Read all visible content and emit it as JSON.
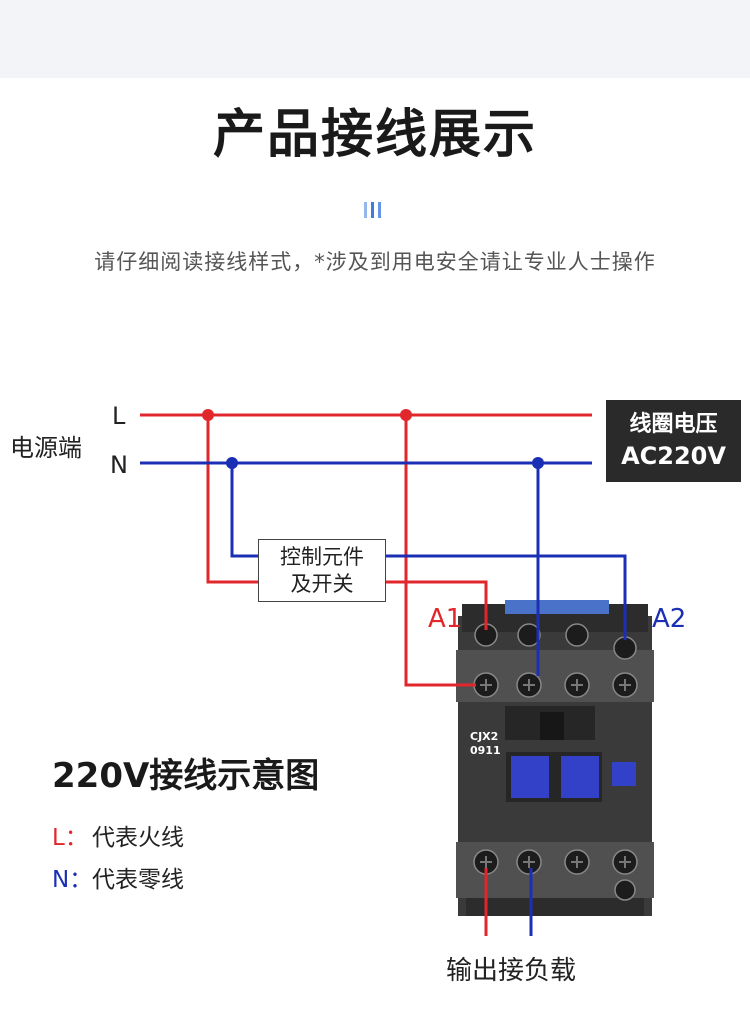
{
  "header": {
    "title": "产品接线展示",
    "subtitle": "请仔细阅读接线样式，*涉及到用电安全请让专业人士操作"
  },
  "diagram": {
    "source_label": "电源端",
    "line_L": "L",
    "line_N": "N",
    "coil": {
      "line1": "线圈电压",
      "line2": "AC220V"
    },
    "control": {
      "line1": "控制元件",
      "line2": "及开关"
    },
    "terminal_A1": "A1",
    "terminal_A2": "A2",
    "contactor_model": {
      "line1": "CJX2",
      "line2": "0911"
    },
    "output_label": "输出接负载",
    "colors": {
      "live": "#e1262c",
      "neutral": "#1b2fb4",
      "body": "#3d3d3d",
      "button": "#3340c8"
    }
  },
  "legend": {
    "title": "220V接线示意图",
    "items": [
      {
        "key": "L：",
        "text": "代表火线",
        "color": "#e1262c"
      },
      {
        "key": "N：",
        "text": "代表零线",
        "color": "#1b2fb4"
      }
    ]
  }
}
